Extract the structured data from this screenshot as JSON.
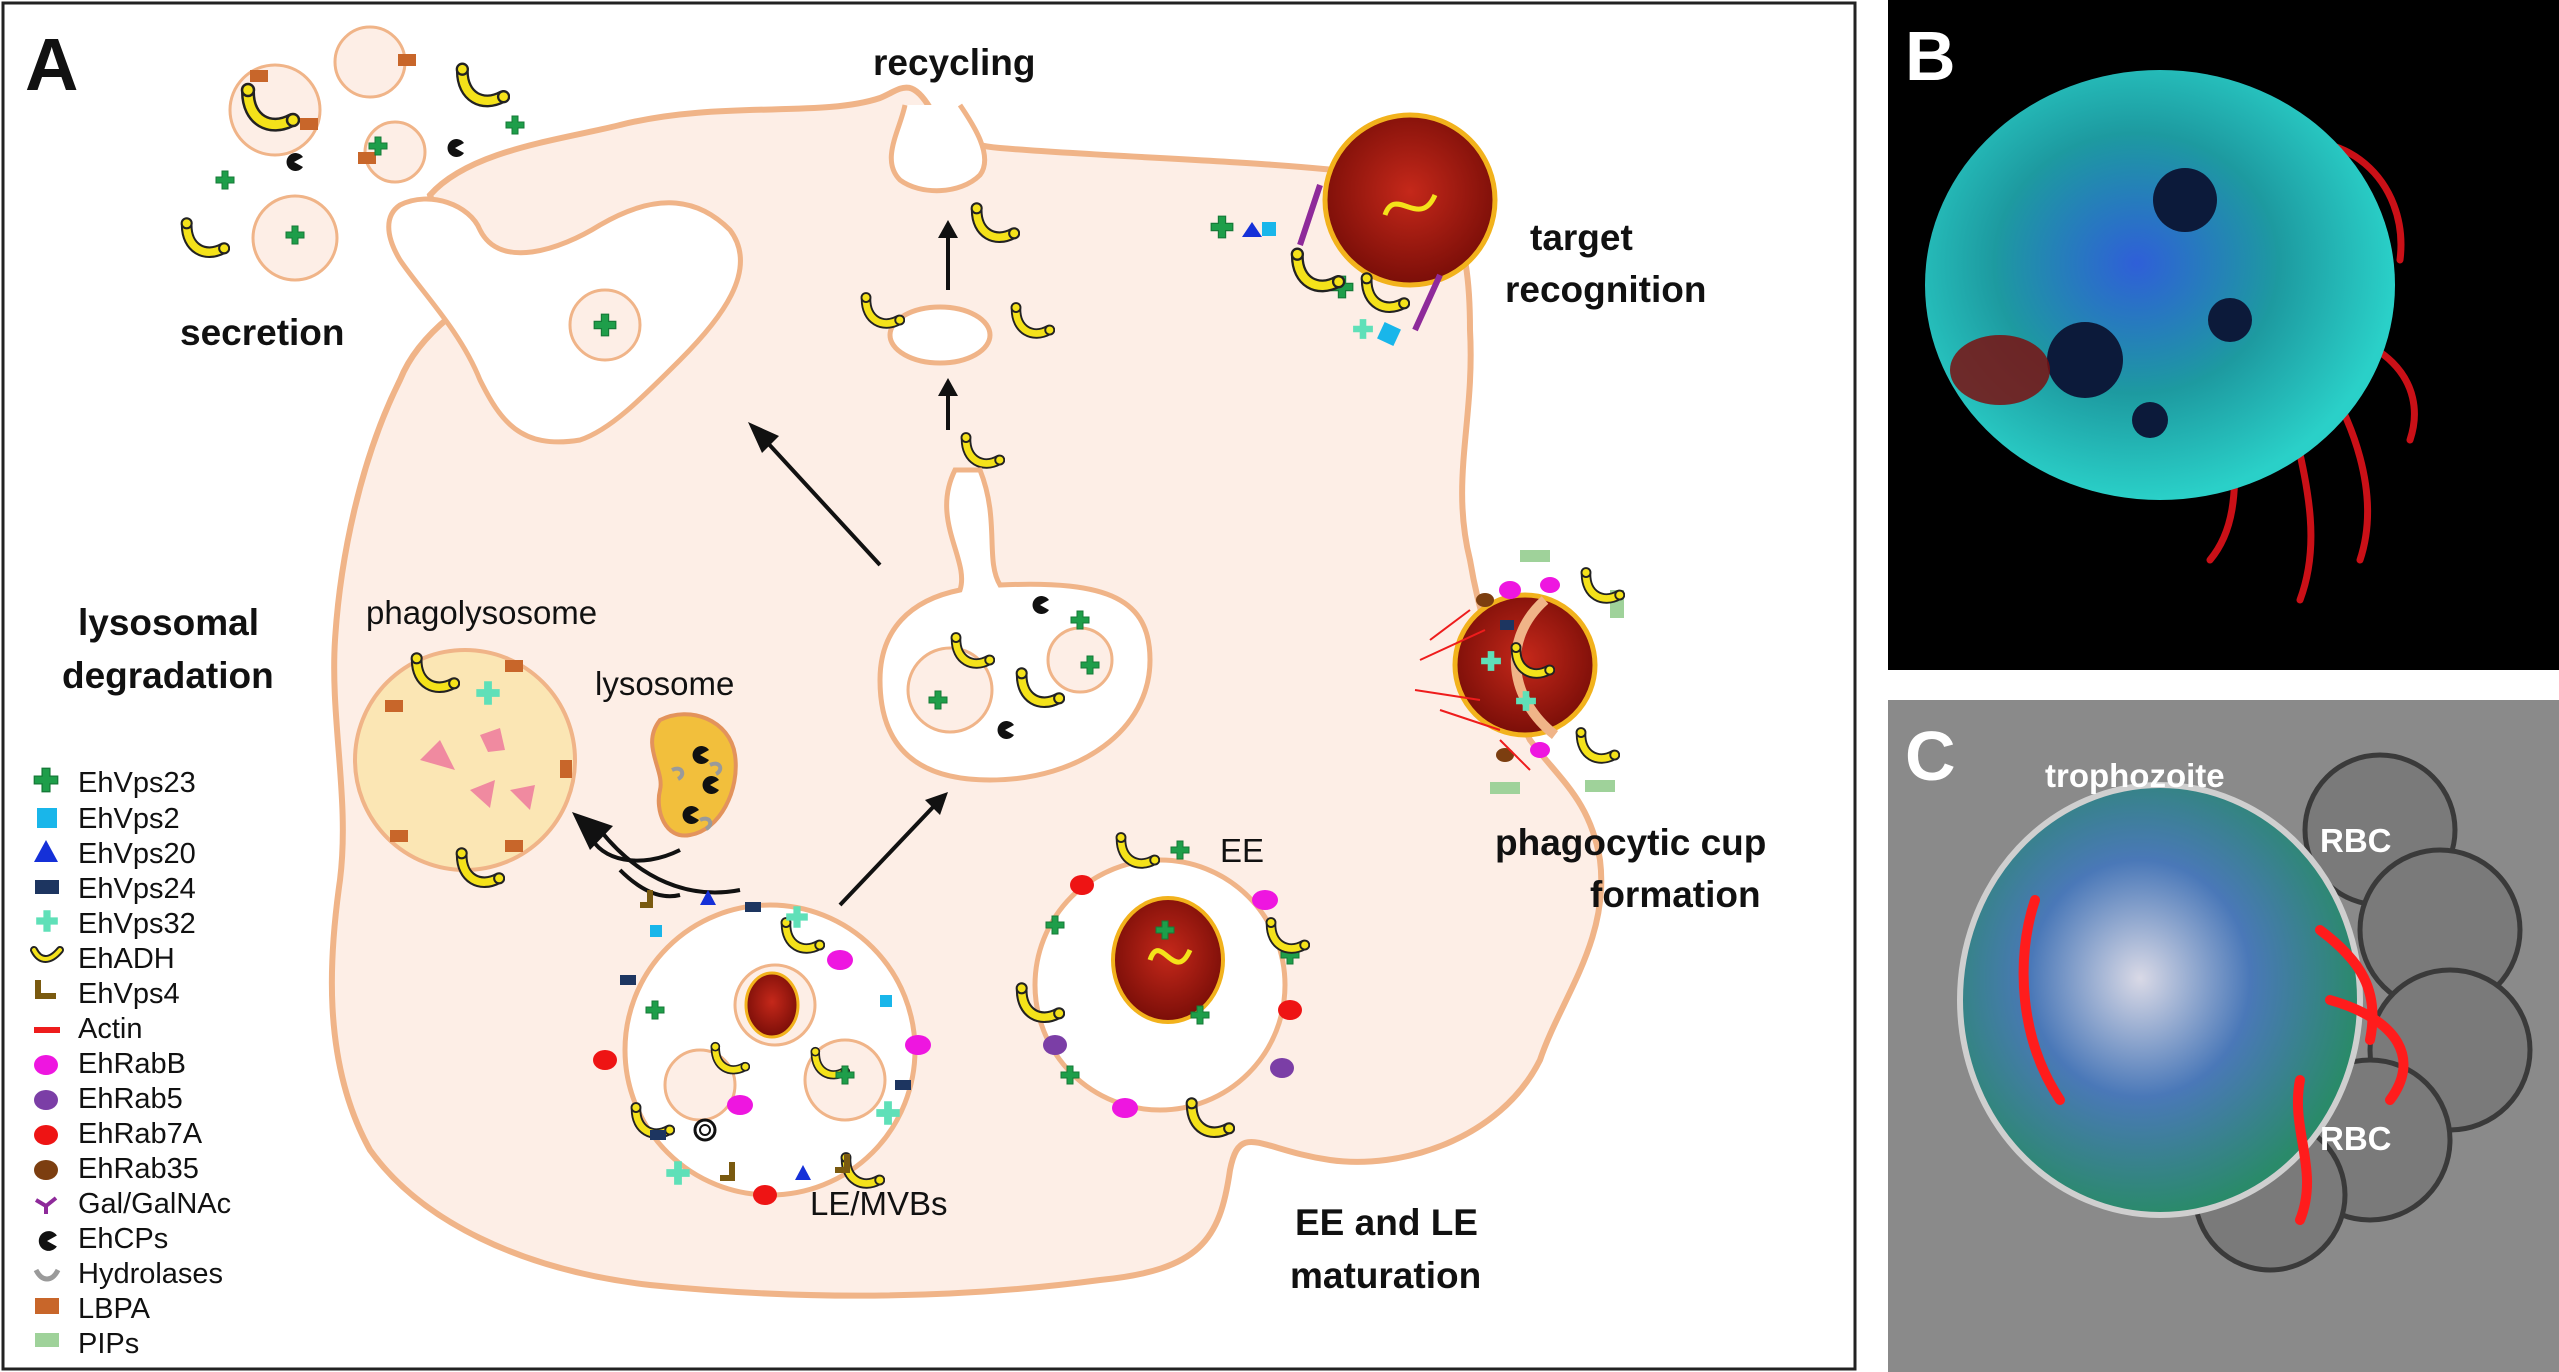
{
  "panels": {
    "A": {
      "letter": "A",
      "labels": {
        "recycling": "recycling",
        "secretion": "secretion",
        "target_recognition_1": "target",
        "target_recognition_2": "recognition",
        "lysosomal_degradation_1": "lysosomal",
        "lysosomal_degradation_2": "degradation",
        "phagolysosome": "phagolysosome",
        "lysosome": "lysosome",
        "phagocytic_cup_1": "phagocytic cup",
        "phagocytic_cup_2": "formation",
        "ee": "EE",
        "le_mvbs": "LE/MVBs",
        "maturation_1": "EE and LE",
        "maturation_2": "maturation"
      },
      "legend": [
        {
          "label": "EhVps23",
          "icon": "green-cross-icon",
          "color": "#1e9e4a"
        },
        {
          "label": "EhVps2",
          "icon": "cyan-square-icon",
          "color": "#19b6ea"
        },
        {
          "label": "EhVps20",
          "icon": "blue-triangle-icon",
          "color": "#1530d8"
        },
        {
          "label": "EhVps24",
          "icon": "navy-rectangle-icon",
          "color": "#1d3560"
        },
        {
          "label": "EhVps32",
          "icon": "mint-cross-icon",
          "color": "#5fe0b8"
        },
        {
          "label": "EhADH",
          "icon": "yellow-crescent-icon",
          "color": "#f4e21a"
        },
        {
          "label": "EhVps4",
          "icon": "brown-l-shape-icon",
          "color": "#7a5a10"
        },
        {
          "label": "Actin",
          "icon": "red-line-icon",
          "color": "#ee1c1c"
        },
        {
          "label": "EhRabB",
          "icon": "magenta-oval-icon",
          "color": "#ee16e0"
        },
        {
          "label": "EhRab5",
          "icon": "purple-oval-icon",
          "color": "#7b3ea6"
        },
        {
          "label": "EhRab7A",
          "icon": "red-oval-icon",
          "color": "#ee1414"
        },
        {
          "label": "EhRab35",
          "icon": "brown-oval-icon",
          "color": "#7c3e10"
        },
        {
          "label": "Gal/GalNAc",
          "icon": "purple-fork-icon",
          "color": "#8e2a9a"
        },
        {
          "label": "EhCPs",
          "icon": "black-pacman-icon",
          "color": "#111111"
        },
        {
          "label": "Hydrolases",
          "icon": "gray-crescent-icon",
          "color": "#9a9a9a"
        },
        {
          "label": "LBPA",
          "icon": "orange-rectangle-icon",
          "color": "#c8662a"
        },
        {
          "label": "PIPs",
          "icon": "lightgreen-rectangle-icon",
          "color": "#9fd29a"
        }
      ],
      "colors": {
        "cell_fill": "#fdeee6",
        "membrane": "#f0b488",
        "rbc_fill": "#9c1a12",
        "rbc_rim": "#f2b21c"
      }
    },
    "B": {
      "letter": "B"
    },
    "C": {
      "letter": "C",
      "labels": {
        "trophozoite": "trophozoite",
        "rbc_upper": "RBC",
        "rbc_lower": "RBC"
      }
    }
  }
}
